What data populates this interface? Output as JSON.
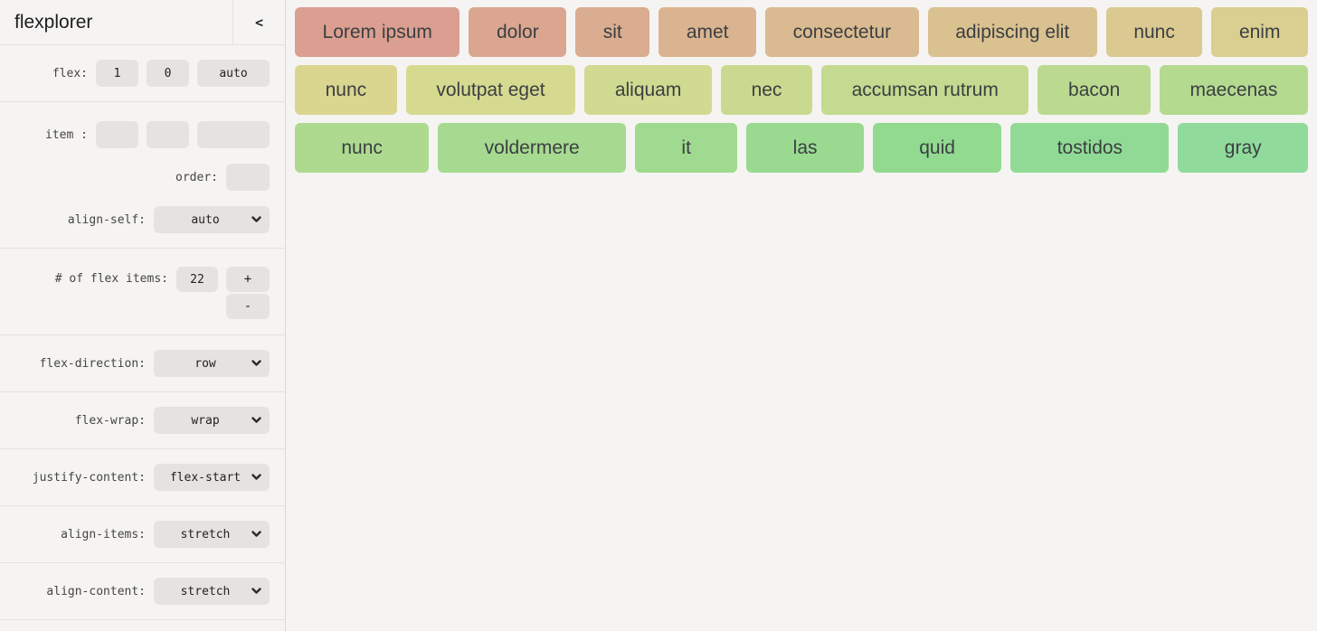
{
  "header": {
    "title": "flexplorer",
    "collapse_label": "<"
  },
  "sidebar": {
    "flex": {
      "label": "flex:",
      "grow": "1",
      "shrink": "0",
      "basis": "auto"
    },
    "item": {
      "label": "item :",
      "values": [
        "",
        "",
        ""
      ]
    },
    "order": {
      "label": "order:",
      "value": ""
    },
    "align_self": {
      "label": "align-self:",
      "value": "auto"
    },
    "count": {
      "label": "# of flex items:",
      "value": "22",
      "increment_label": "+",
      "decrement_label": "-"
    },
    "flex_direction": {
      "label": "flex-direction:",
      "value": "row"
    },
    "flex_wrap": {
      "label": "flex-wrap:",
      "value": "wrap"
    },
    "justify_content": {
      "label": "justify-content:",
      "value": "flex-start"
    },
    "align_items": {
      "label": "align-items:",
      "value": "stretch"
    },
    "align_content": {
      "label": "align-content:",
      "value": "stretch"
    }
  },
  "colors": {
    "sidebar_bg": "#f5f4f2",
    "control_bg": "#e5e3e0",
    "divider": "#e4e2de",
    "item_text": "#3b3f42"
  },
  "canvas": {
    "rows": [
      [
        {
          "label": "Lorem ipsum",
          "color": "hsl(12, 50%, 71%)"
        },
        {
          "label": "dolor",
          "color": "hsl(18, 50%, 71%)"
        },
        {
          "label": "sit",
          "color": "hsl(23, 50%, 71%)"
        },
        {
          "label": "amet",
          "color": "hsl(29, 50%, 71%)"
        },
        {
          "label": "consectetur",
          "color": "hsl(34, 50%, 71%)"
        },
        {
          "label": "adipiscing elit",
          "color": "hsl(40, 50%, 71%)"
        },
        {
          "label": "nunc",
          "color": "hsl(46, 50%, 71%)"
        },
        {
          "label": "enim",
          "color": "hsl(51, 50%, 71%)"
        }
      ],
      [
        {
          "label": "nunc",
          "color": "hsl(57, 50%, 71%)"
        },
        {
          "label": "volutpat eget",
          "color": "hsl(63, 50%, 71%)"
        },
        {
          "label": "aliquam",
          "color": "hsl(68, 50%, 71%)"
        },
        {
          "label": "nec",
          "color": "hsl(74, 50%, 71%)"
        },
        {
          "label": "accumsan rutrum",
          "color": "hsl(79, 50%, 71%)"
        },
        {
          "label": "bacon",
          "color": "hsl(85, 50%, 71%)"
        },
        {
          "label": "maecenas",
          "color": "hsl(91, 50%, 71%)"
        }
      ],
      [
        {
          "label": "nunc",
          "color": "hsl(96, 50%, 71%)"
        },
        {
          "label": "voldermere",
          "color": "hsl(102, 50%, 71%)"
        },
        {
          "label": "it",
          "color": "hsl(107, 50%, 71%)"
        },
        {
          "label": "las",
          "color": "hsl(113, 50%, 71%)"
        },
        {
          "label": "quid",
          "color": "hsl(119, 50%, 71%)"
        },
        {
          "label": "tostidos",
          "color": "hsl(124, 50%, 71%)"
        },
        {
          "label": "gray",
          "color": "hsl(130, 50%, 71%)"
        }
      ]
    ]
  }
}
